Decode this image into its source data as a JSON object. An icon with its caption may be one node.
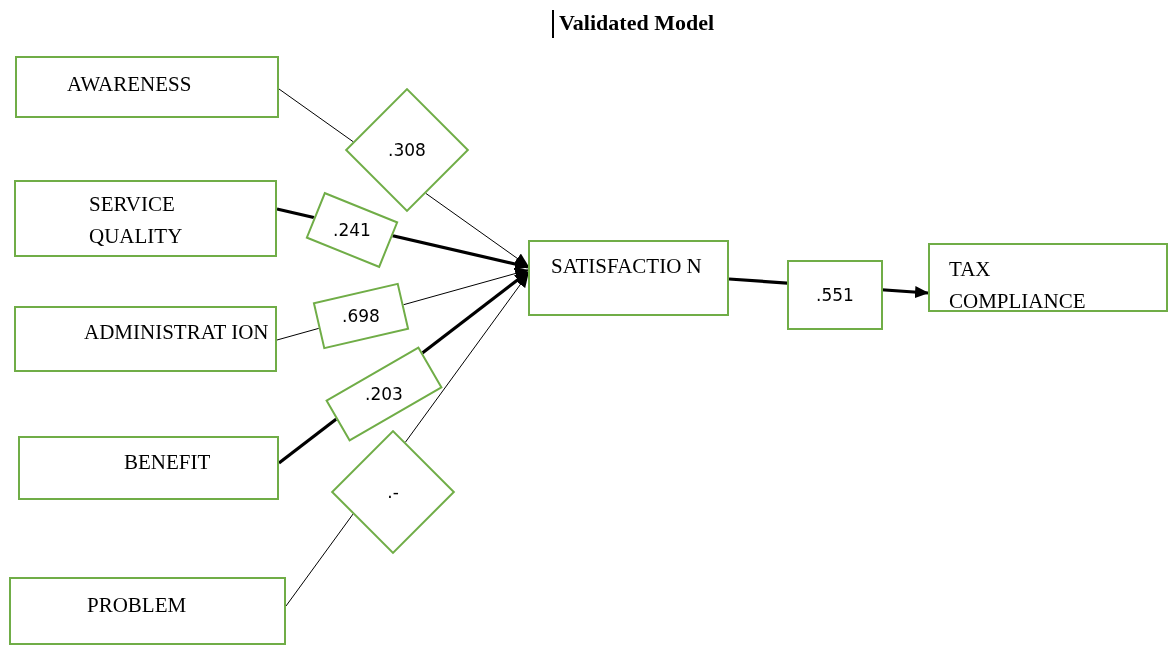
{
  "diagram": {
    "title": "Validated Model",
    "nodes": [
      {
        "text": [
          "AWARENESS"
        ]
      },
      {
        "text": [
          "SERVICE QUALITY"
        ]
      },
      {
        "text": [
          "ADMINISTRAT ION"
        ]
      },
      {
        "text": [
          "BENEFIT"
        ]
      },
      {
        "text": [
          "PROBLEM"
        ]
      },
      {
        "text": [
          "SATISFACTIO N"
        ]
      },
      {
        "text": [
          "TAX COMPLIANCE"
        ]
      }
    ],
    "edges": [
      {
        "from": 0,
        "to": 5,
        "arrow": "to",
        "label": ".308"
      },
      {
        "from": 1,
        "to": 5,
        "arrow": "to",
        "label": ".241",
        "style": "thick"
      },
      {
        "from": 2,
        "to": 5,
        "arrow": "to",
        "label": ".698"
      },
      {
        "from": 3,
        "to": 5,
        "arrow": "to",
        "label": ".203",
        "style": "thick"
      },
      {
        "from": 4,
        "to": 5,
        "arrow": "to",
        "label": ".-"
      },
      {
        "from": 5,
        "to": 6,
        "arrow": "to",
        "label": ".551",
        "style": "thick"
      }
    ]
  }
}
